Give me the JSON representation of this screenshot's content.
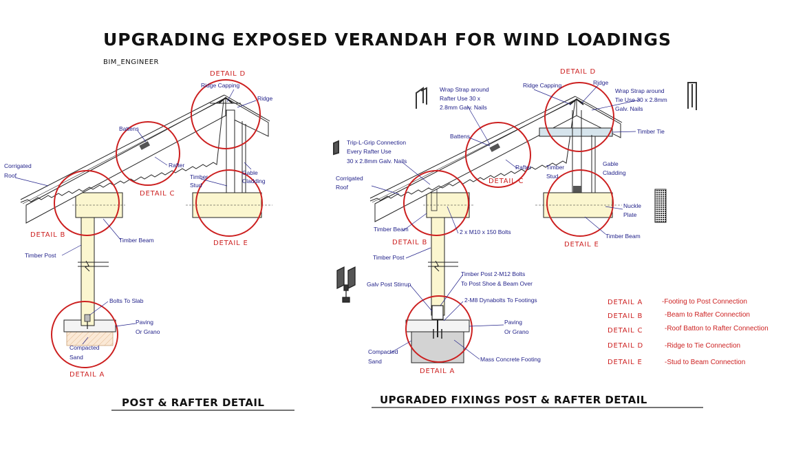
{
  "title": "UPGRADING EXPOSED VERANDAH FOR WIND LOADINGS",
  "author": "BIM_ENGINEER",
  "colors": {
    "detail_red": "#cc1f1f",
    "label_blue": "#22228a",
    "timber": "#fbf6cf",
    "concrete": "#cfcfcf"
  },
  "left": {
    "heading": "POST & RAFTER  DETAIL",
    "details": {
      "a": "DETAIL A",
      "b": "DETAIL B",
      "c": "DETAIL C",
      "d": "DETAIL D",
      "e": "DETAIL E"
    },
    "labels": {
      "corrigated": "Corrigated",
      "roof": "Roof",
      "battens": "Battens",
      "rafter": "Rafter",
      "ridge_capping": "Ridge Capping",
      "ridge": "Ridge",
      "timber": "Timber",
      "stud": "Stud",
      "gable": "Gable",
      "cladding": "Cladding",
      "timber_beam": "Timber Beam",
      "timber_post": "Timber Post",
      "bolts_to_slab": "Bolts To Slab",
      "paving": "Paving",
      "or_grano": "Or Grano",
      "compacted": "Compacted",
      "sand": "Sand"
    }
  },
  "right": {
    "heading": "UPGRADED FIXINGS POST & RAFTER  DETAIL",
    "details": {
      "a": "DETAIL A",
      "b": "DETAIL B",
      "c": "DETAIL C",
      "d": "DETAIL D",
      "e": "DETAIL E"
    },
    "labels": {
      "wrap1_l1": "Wrap Strap around",
      "wrap1_l2": "Rafter Use 30 x",
      "wrap1_l3": "2.8mm Galv. Nails",
      "ridge_capping": "Ridge Capping",
      "ridge": "Ridge",
      "wrap2_l1": "Wrap Strap around",
      "wrap2_l2": "Tie Use 30 x 2.8mm",
      "wrap2_l3": "Galv. Nails",
      "timber_tie": "Timber Tie",
      "trip_l1": "Trip-L-Grip Connection",
      "trip_l2": "Every Rafter Use",
      "trip_l3": "30 x 2.8mm Galv. Nails",
      "battens": "Battens",
      "rafter": "Rafter",
      "timber": "Timber",
      "stud": "Stud",
      "gable": "Gable",
      "cladding": "Cladding",
      "corrigated": "Corrigated",
      "roof": "Roof",
      "nuckle": "Nuckle",
      "plate": "Plate",
      "timber_beam": "Timber Beam",
      "timber_beam2": "Timber Beam",
      "bolts_m10": "2 x M10 x 150 Bolts",
      "timber_post": "Timber Post",
      "post_bolts_l1": "Timber Post 2-M12 Bolts",
      "post_bolts_l2": "To Post Shoe & Beam Over",
      "galv_stirrup": "Galv Post Stirrup",
      "dynabolts": "2-M8 Dynabolts To Footings",
      "paving": "Paving",
      "or_grano": "Or Grano",
      "compacted": "Compacted",
      "sand": "Sand",
      "mass_concrete": "Mass Concrete Footing"
    }
  },
  "legend": [
    {
      "key": "DETAIL A",
      "desc": "-Footing to Post Connection"
    },
    {
      "key": "DETAIL B",
      "desc": "-Beam to Rafter Connection"
    },
    {
      "key": "DETAIL C",
      "desc": "-Roof Batton to Rafter Connection"
    },
    {
      "key": "DETAIL D",
      "desc": "-Ridge to Tie Connection"
    },
    {
      "key": "DETAIL E",
      "desc": "-Stud to Beam Connection"
    }
  ]
}
